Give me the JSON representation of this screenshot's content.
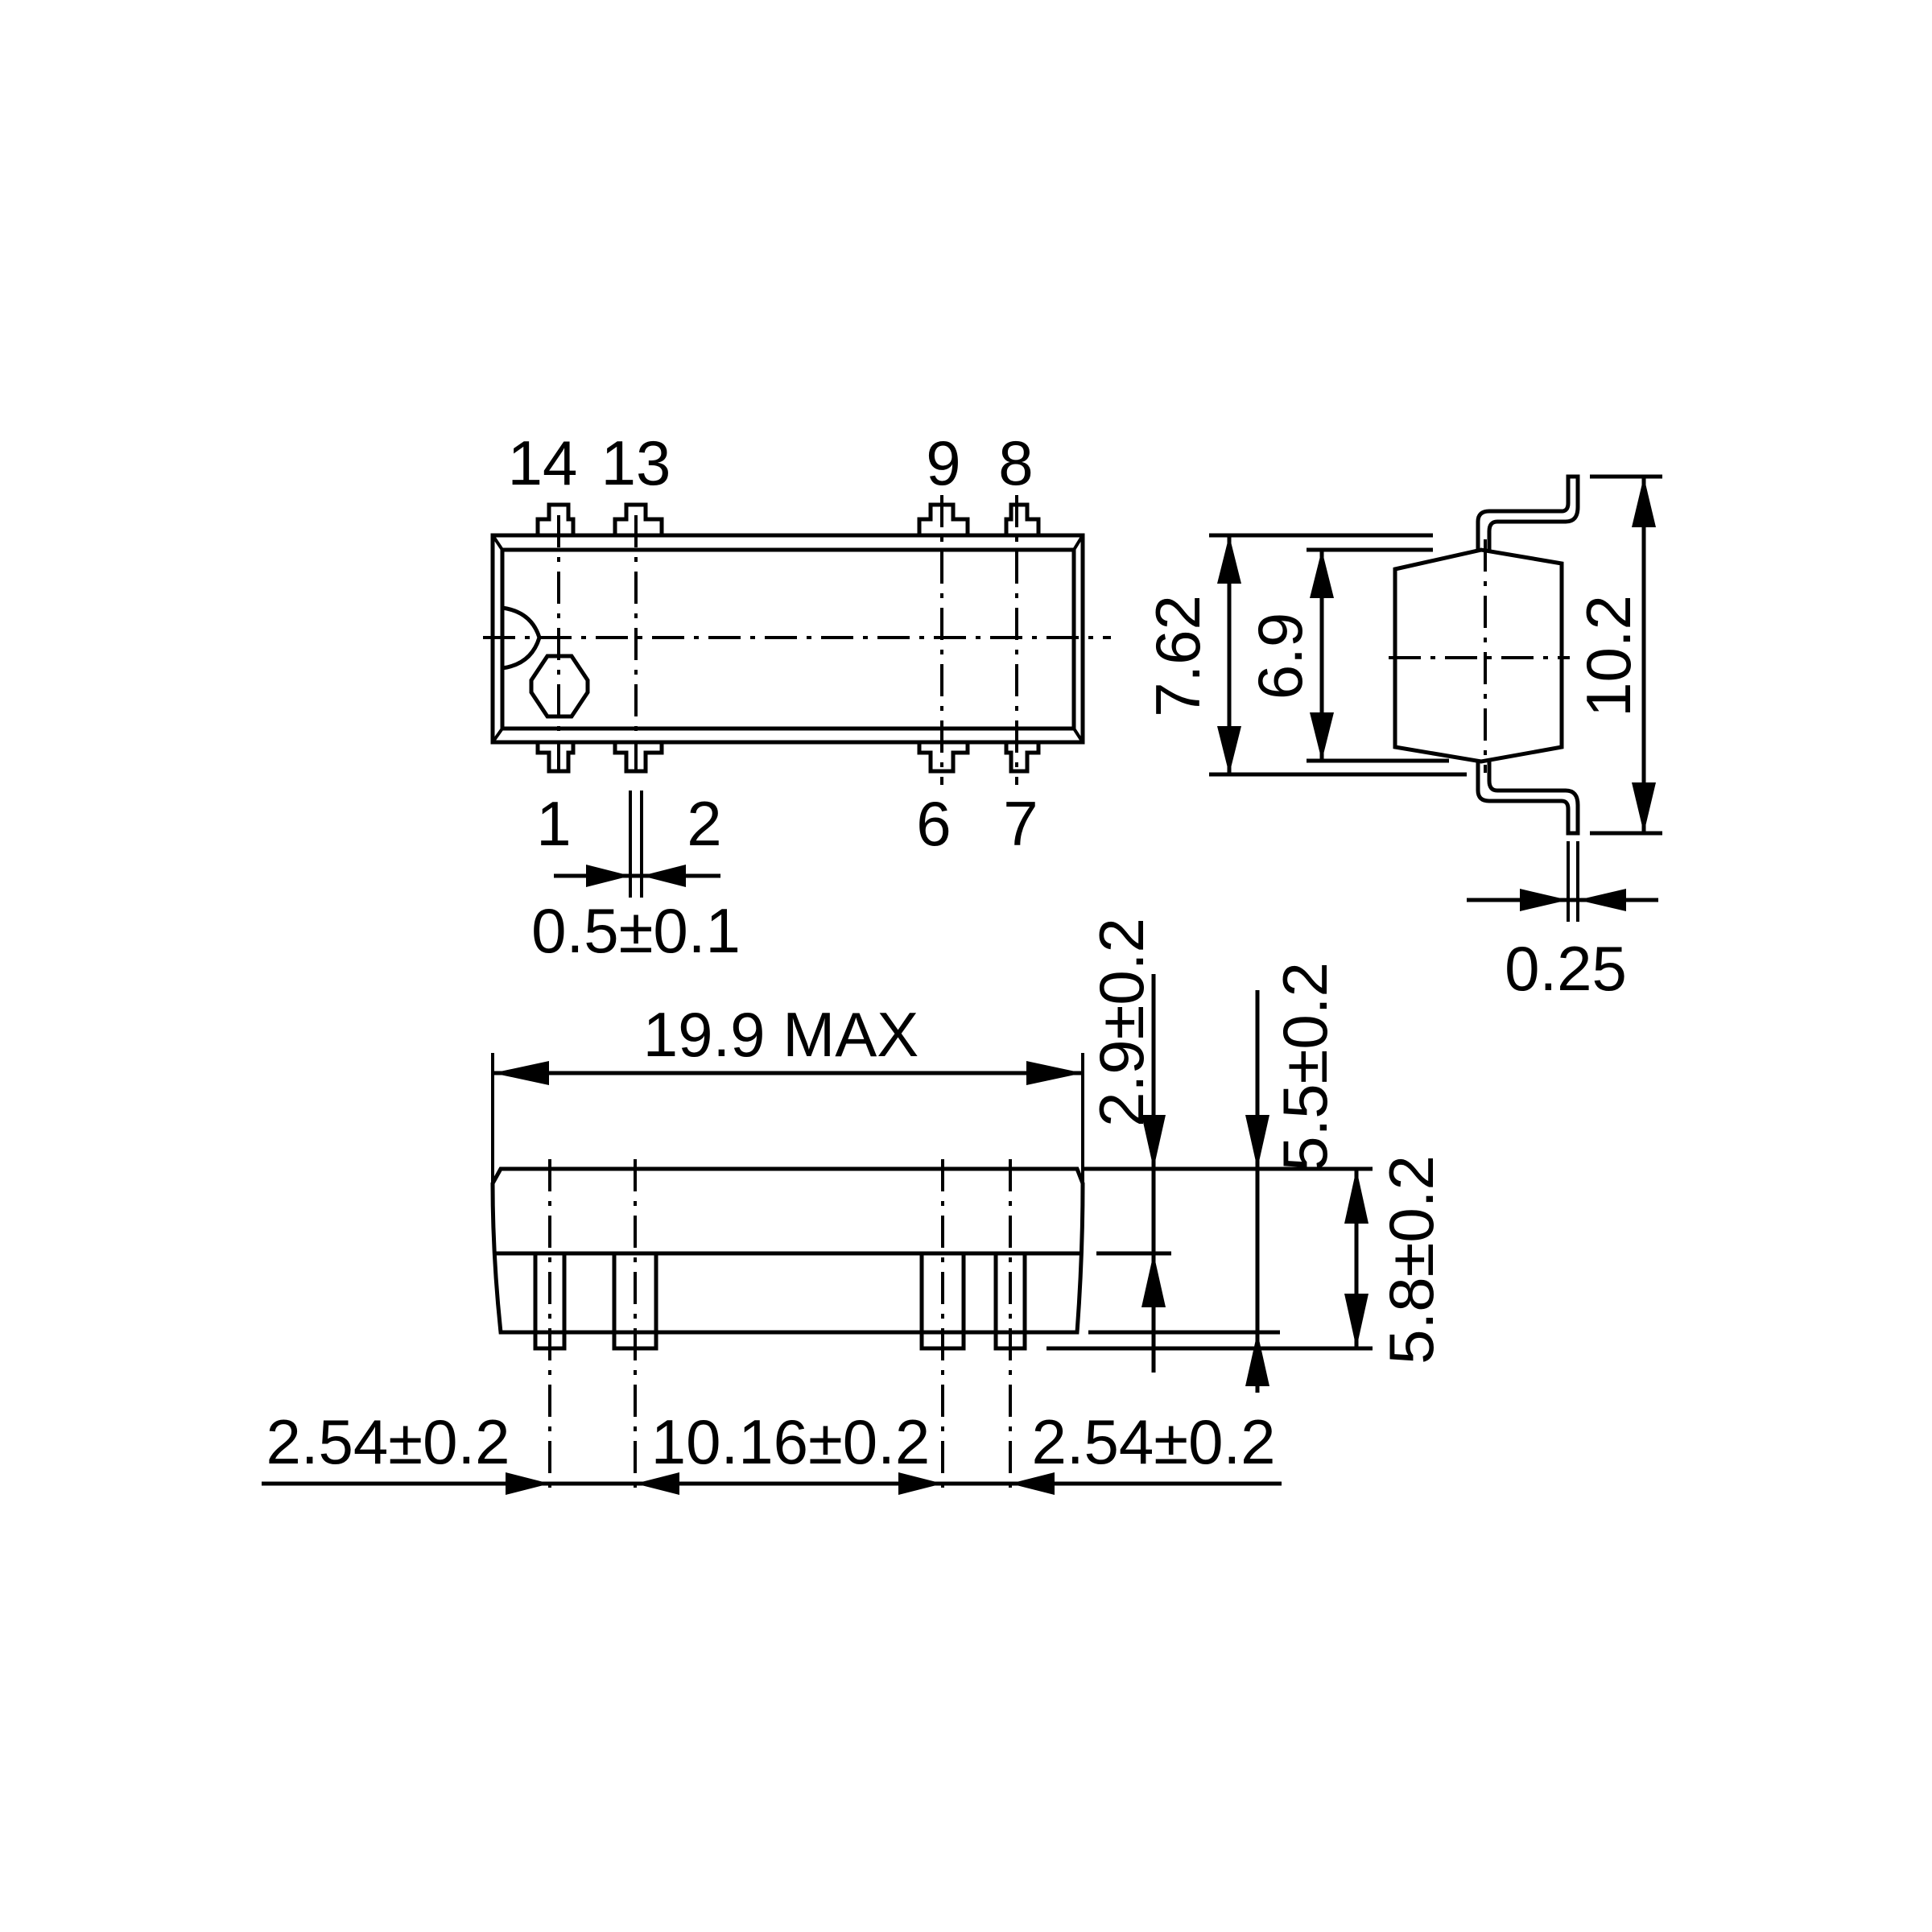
{
  "drawing": {
    "type": "mechanical package outline",
    "units": "mm",
    "views": [
      "top",
      "side",
      "front"
    ]
  },
  "top_view": {
    "pin_labels_top": [
      "14",
      "13",
      "9",
      "8"
    ],
    "pin_labels_bottom": [
      "1",
      "2",
      "6",
      "7"
    ],
    "pin_width": "0.5±0.1"
  },
  "side_view": {
    "body_width_outer": "7.62",
    "body_width_inner": "6.9",
    "lead_span": "10.2",
    "lead_thickness": "0.25"
  },
  "front_view": {
    "length": "19.9 MAX",
    "lead_height": "2.9±0.2",
    "body_height": "5.5±0.2",
    "overall_height": "5.8±0.2",
    "pitch_left": "2.54±0.2",
    "pitch_middle": "10.16±0.2",
    "pitch_right": "2.54±0.2"
  }
}
